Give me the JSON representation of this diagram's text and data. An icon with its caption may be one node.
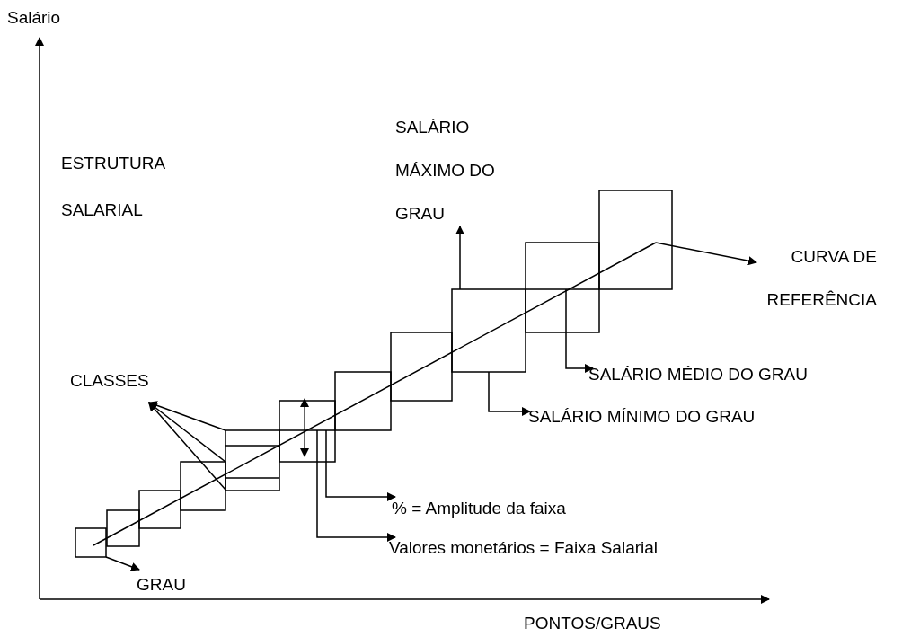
{
  "diagram": {
    "nodes": [
      {
        "text": [
          "SALÁRIO MÁXIMO DO GRAU"
        ]
      },
      {
        "text": [
          "CURVA DE REFERÊNCIA"
        ]
      },
      {
        "text": [
          "SALÁRIO MÉDIO DO GRAU"
        ]
      },
      {
        "text": [
          "SALÁRIO MÍNIMO DO GRAU"
        ]
      },
      {
        "text": [
          "CLASSES"
        ]
      },
      {
        "text": [
          "% = Amplitude da faixa"
        ]
      },
      {
        "text": [
          "Valores monetários = Faixa Salarial"
        ]
      },
      {
        "text": [
          "GRAU"
        ]
      }
    ],
    "edges": [
      {
        "from": null,
        "to": 0,
        "arrow": "to"
      },
      {
        "from": null,
        "to": 1,
        "arrow": "to"
      },
      {
        "from": null,
        "to": 2,
        "arrow": "to"
      },
      {
        "from": null,
        "to": 3,
        "arrow": "to"
      },
      {
        "from": null,
        "to": 4,
        "arrow": "to"
      },
      {
        "from": null,
        "to": 4,
        "arrow": "to"
      },
      {
        "from": null,
        "to": 4,
        "arrow": "to"
      },
      {
        "from": null,
        "to": 5,
        "arrow": "to"
      },
      {
        "from": null,
        "to": 6,
        "arrow": "to"
      },
      {
        "from": null,
        "to": 7,
        "arrow": "to"
      }
    ],
    "labels": [
      "Salário",
      "ESTRUTURA SALARIAL",
      "PONTOS/GRAUS"
    ]
  }
}
